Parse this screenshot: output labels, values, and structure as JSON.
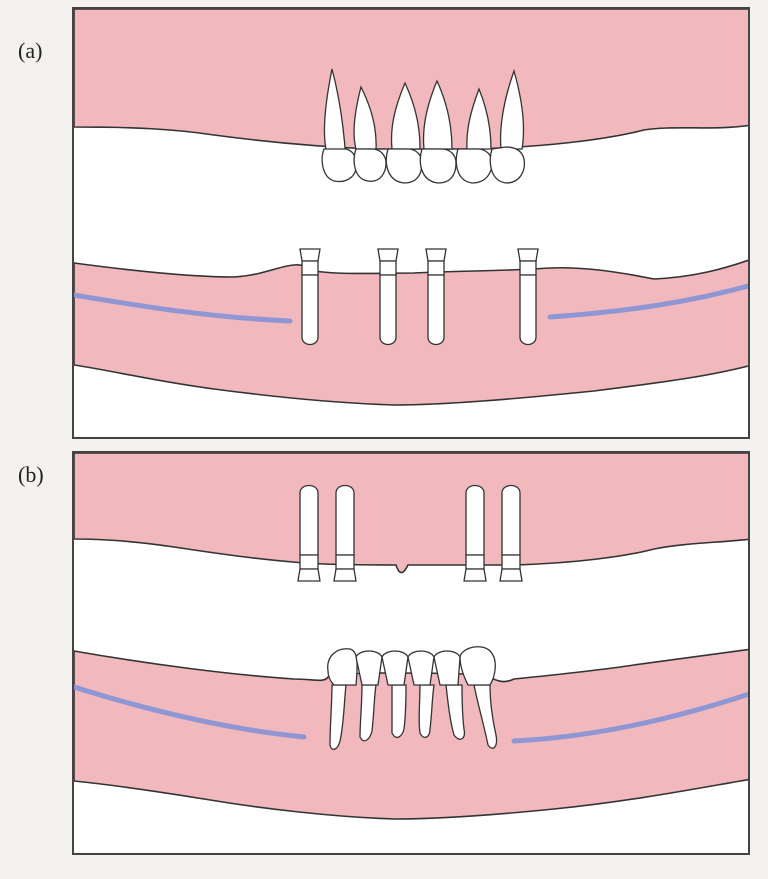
{
  "panels": [
    {
      "label": "(a)",
      "upper_teeth_count": 6,
      "implant_count": 4,
      "lower_teeth_count": 0,
      "upper_implant_count": 0
    },
    {
      "label": "(b)",
      "upper_teeth_count": 0,
      "implant_count": 4,
      "lower_teeth_count": 6,
      "upper_implant_count": 4
    }
  ],
  "colors": {
    "gum": "#f1b8bd",
    "gum_stroke": "#333333",
    "nerve": "#8f96d4",
    "tooth": "#ffffff",
    "panel_bg": "#ffffff"
  },
  "icons": [
    "tooth-icon",
    "implant-icon",
    "nerve-canal-icon"
  ]
}
